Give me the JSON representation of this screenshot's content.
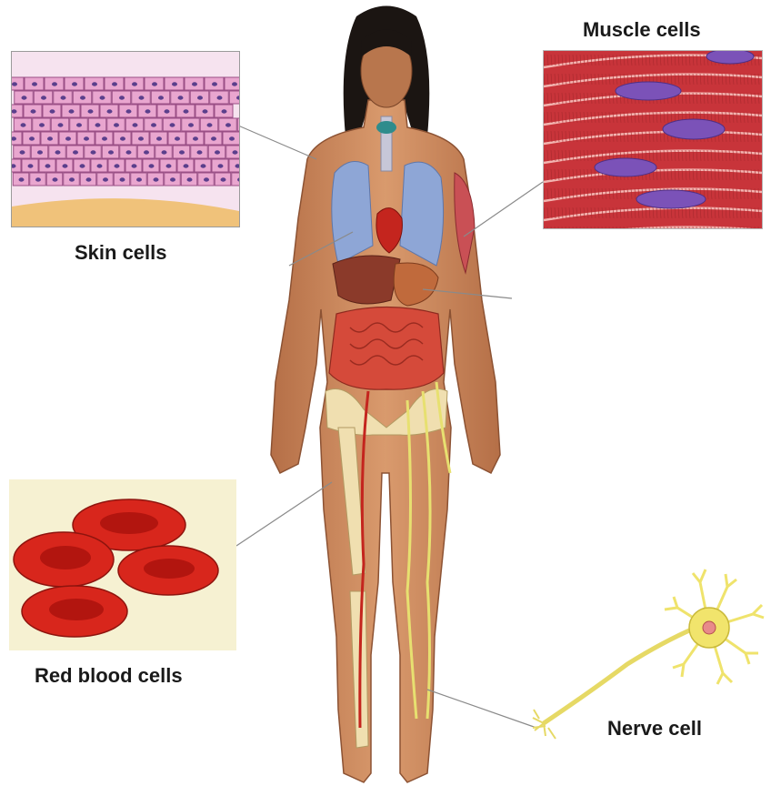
{
  "labels": {
    "skin": "Skin cells",
    "muscle": "Muscle cells",
    "red_blood": "Red blood cells",
    "nerve": "Nerve cell"
  },
  "colors": {
    "skin_cell_fill": "#e9a6cf",
    "skin_cell_outline": "#9a4f86",
    "skin_nucleus": "#5b3f8c",
    "dermis": "#f0c27a",
    "muscle_fiber": "#d7474b",
    "muscle_nucleus": "#7b52b8",
    "rbc_fill": "#d8261c",
    "rbc_center": "#b2150f",
    "rbc_background": "#f6f1d2",
    "nerve_cell": "#efe36c",
    "nerve_nucleus": "#e88a8a",
    "body_skin": "#c98358",
    "hair": "#1b1512",
    "lungs": "#8ea6d6",
    "heart": "#c4251e",
    "liver": "#8b3a2a",
    "intestines": "#d54a3a",
    "bones": "#f0dfb0",
    "nerves": "#e7e070",
    "pointer_line": "#8a8a8a"
  }
}
